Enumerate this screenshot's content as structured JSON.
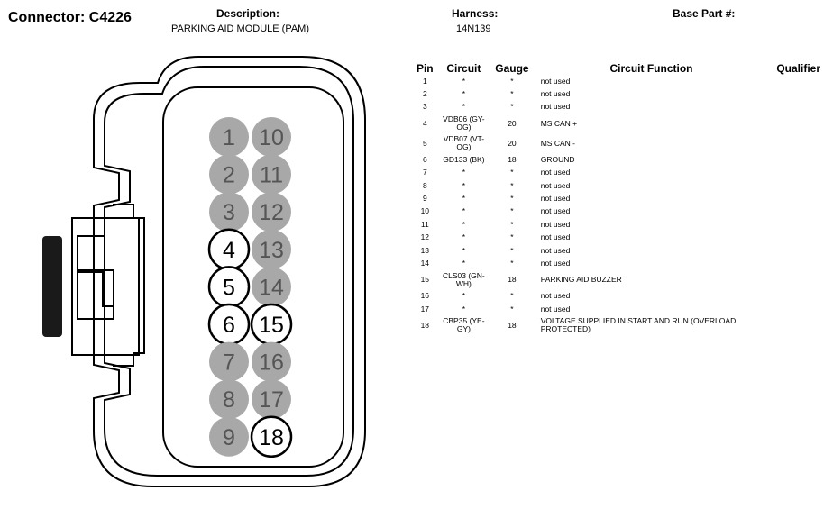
{
  "header": {
    "connector": "Connector: C4226",
    "description_label": "Description:",
    "description_value": "PARKING AID MODULE (PAM)",
    "harness_label": "Harness:",
    "harness_value": "14N139",
    "base_part_label": "Base Part #:"
  },
  "columns": {
    "pin": "Pin",
    "circuit": "Circuit",
    "gauge": "Gauge",
    "function": "Circuit Function",
    "qualifier": "Qualifier"
  },
  "pins": [
    {
      "pin": "1",
      "circuit": "*",
      "gauge": "*",
      "function": "not used",
      "qualifier": "",
      "used": false
    },
    {
      "pin": "2",
      "circuit": "*",
      "gauge": "*",
      "function": "not used",
      "qualifier": "",
      "used": false
    },
    {
      "pin": "3",
      "circuit": "*",
      "gauge": "*",
      "function": "not used",
      "qualifier": "",
      "used": false
    },
    {
      "pin": "4",
      "circuit": "VDB06 (GY-OG)",
      "gauge": "20",
      "function": "MS CAN +",
      "qualifier": "",
      "used": true
    },
    {
      "pin": "5",
      "circuit": "VDB07 (VT-OG)",
      "gauge": "20",
      "function": "MS CAN -",
      "qualifier": "",
      "used": true
    },
    {
      "pin": "6",
      "circuit": "GD133 (BK)",
      "gauge": "18",
      "function": "GROUND",
      "qualifier": "",
      "used": true
    },
    {
      "pin": "7",
      "circuit": "*",
      "gauge": "*",
      "function": "not used",
      "qualifier": "",
      "used": false
    },
    {
      "pin": "8",
      "circuit": "*",
      "gauge": "*",
      "function": "not used",
      "qualifier": "",
      "used": false
    },
    {
      "pin": "9",
      "circuit": "*",
      "gauge": "*",
      "function": "not used",
      "qualifier": "",
      "used": false
    },
    {
      "pin": "10",
      "circuit": "*",
      "gauge": "*",
      "function": "not used",
      "qualifier": "",
      "used": false
    },
    {
      "pin": "11",
      "circuit": "*",
      "gauge": "*",
      "function": "not used",
      "qualifier": "",
      "used": false
    },
    {
      "pin": "12",
      "circuit": "*",
      "gauge": "*",
      "function": "not used",
      "qualifier": "",
      "used": false
    },
    {
      "pin": "13",
      "circuit": "*",
      "gauge": "*",
      "function": "not used",
      "qualifier": "",
      "used": false
    },
    {
      "pin": "14",
      "circuit": "*",
      "gauge": "*",
      "function": "not used",
      "qualifier": "",
      "used": false
    },
    {
      "pin": "15",
      "circuit": "CLS03 (GN-WH)",
      "gauge": "18",
      "function": "PARKING AID BUZZER",
      "qualifier": "",
      "used": true
    },
    {
      "pin": "16",
      "circuit": "*",
      "gauge": "*",
      "function": "not used",
      "qualifier": "",
      "used": false
    },
    {
      "pin": "17",
      "circuit": "*",
      "gauge": "*",
      "function": "not used",
      "qualifier": "",
      "used": false
    },
    {
      "pin": "18",
      "circuit": "CBP35 (YE-GY)",
      "gauge": "18",
      "function": "VOLTAGE SUPPLIED IN START AND RUN (OVERLOAD PROTECTED)",
      "qualifier": "",
      "used": true
    }
  ],
  "colors": {
    "unused_pin": "#a8a8a8",
    "used_pin_fill": "#ffffff",
    "outline": "#000000",
    "connector_lock": "#1a1a1a"
  }
}
